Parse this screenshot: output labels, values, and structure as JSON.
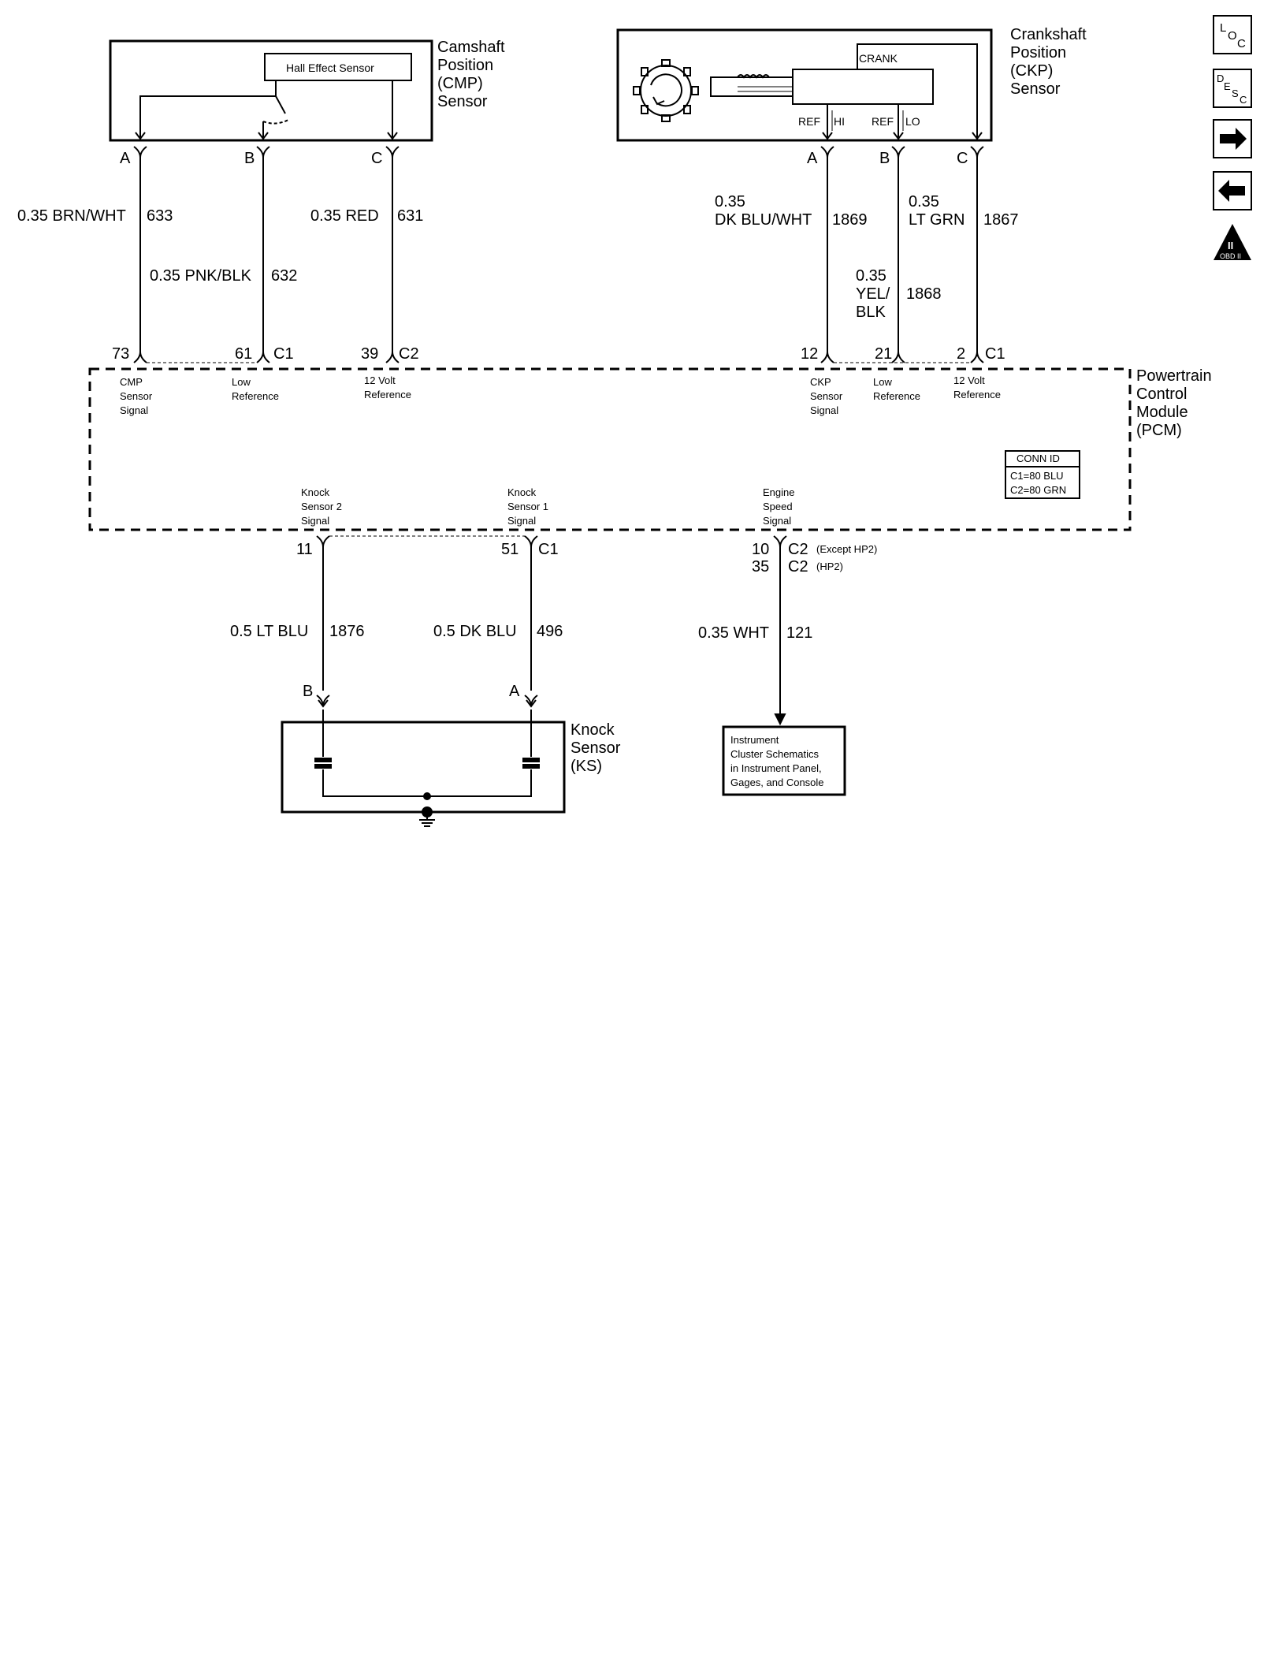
{
  "cmp": {
    "title_lines": [
      "Camshaft",
      "Position",
      "(CMP)",
      "Sensor"
    ],
    "hall_effect": "Hall Effect Sensor",
    "pins": [
      "A",
      "B",
      "C"
    ]
  },
  "ckp": {
    "title_lines": [
      "Crankshaft",
      "Position",
      "(CKP)",
      "Sensor"
    ],
    "crank": "CRANK",
    "ref": "REF",
    "hi": "HI",
    "lo": "LO",
    "pins": [
      "A",
      "B",
      "C"
    ]
  },
  "wires": {
    "w633_color": "0.35 BRN/WHT",
    "w633_num": "633",
    "w632_color": "0.35 PNK/BLK",
    "w632_num": "632",
    "w631_color": "0.35 RED",
    "w631_num": "631",
    "w1869_gauge": "0.35",
    "w1869_color": "DK BLU/WHT",
    "w1869_num": "1869",
    "w1867_gauge": "0.35",
    "w1867_color": "LT GRN",
    "w1867_num": "1867",
    "w1868_gauge": "0.35",
    "w1868_color1": "YEL/",
    "w1868_color2": "BLK",
    "w1868_num": "1868",
    "w1876_color": "0.5 LT BLU",
    "w1876_num": "1876",
    "w496_color": "0.5 DK BLU",
    "w496_num": "496",
    "w121_color": "0.35 WHT",
    "w121_num": "121"
  },
  "pcm": {
    "title_lines": [
      "Powertrain",
      "Control",
      "Module",
      "(PCM)"
    ],
    "pins_top": {
      "p73": "73",
      "p61": "61",
      "c1a": "C1",
      "p39": "39",
      "c2a": "C2",
      "p12": "12",
      "p21": "21",
      "p2": "2",
      "c1b": "C1"
    },
    "labels": {
      "cmp_signal": [
        "CMP",
        "Sensor",
        "Signal"
      ],
      "low_ref1": [
        "Low",
        "Reference"
      ],
      "v12_ref1": [
        "12 Volt",
        "Reference"
      ],
      "ckp_signal": [
        "CKP",
        "Sensor",
        "Signal"
      ],
      "low_ref2": [
        "Low",
        "Reference"
      ],
      "v12_ref2": [
        "12 Volt",
        "Reference"
      ],
      "ks2": [
        "Knock",
        "Sensor 2",
        "Signal"
      ],
      "ks1": [
        "Knock",
        "Sensor 1",
        "Signal"
      ],
      "eng_speed": [
        "Engine",
        "Speed",
        "Signal"
      ]
    },
    "conn_id": {
      "title": "CONN ID",
      "c1": "C1=80 BLU",
      "c2": "C2=80 GRN"
    },
    "pins_bottom": {
      "p11": "11",
      "p51": "51",
      "c1": "C1",
      "p10": "10",
      "c2a": "C2",
      "except": "(Except HP2)",
      "p35": "35",
      "c2b": "C2",
      "hp2": "(HP2)"
    }
  },
  "knock": {
    "title_lines": [
      "Knock",
      "Sensor",
      "(KS)"
    ],
    "pin_b": "B",
    "pin_a": "A"
  },
  "instrument": {
    "lines": [
      "Instrument",
      "Cluster Schematics",
      "in Instrument Panel,",
      "Gages, and Console"
    ]
  },
  "nav": {
    "loc": {
      "big": "L",
      "small": "O",
      "small2": "C"
    },
    "desc": {
      "big": "D",
      "small": "E",
      "small2": "S",
      "small3": "C"
    },
    "obd": {
      "roman": "II",
      "label": "OBD II"
    }
  }
}
